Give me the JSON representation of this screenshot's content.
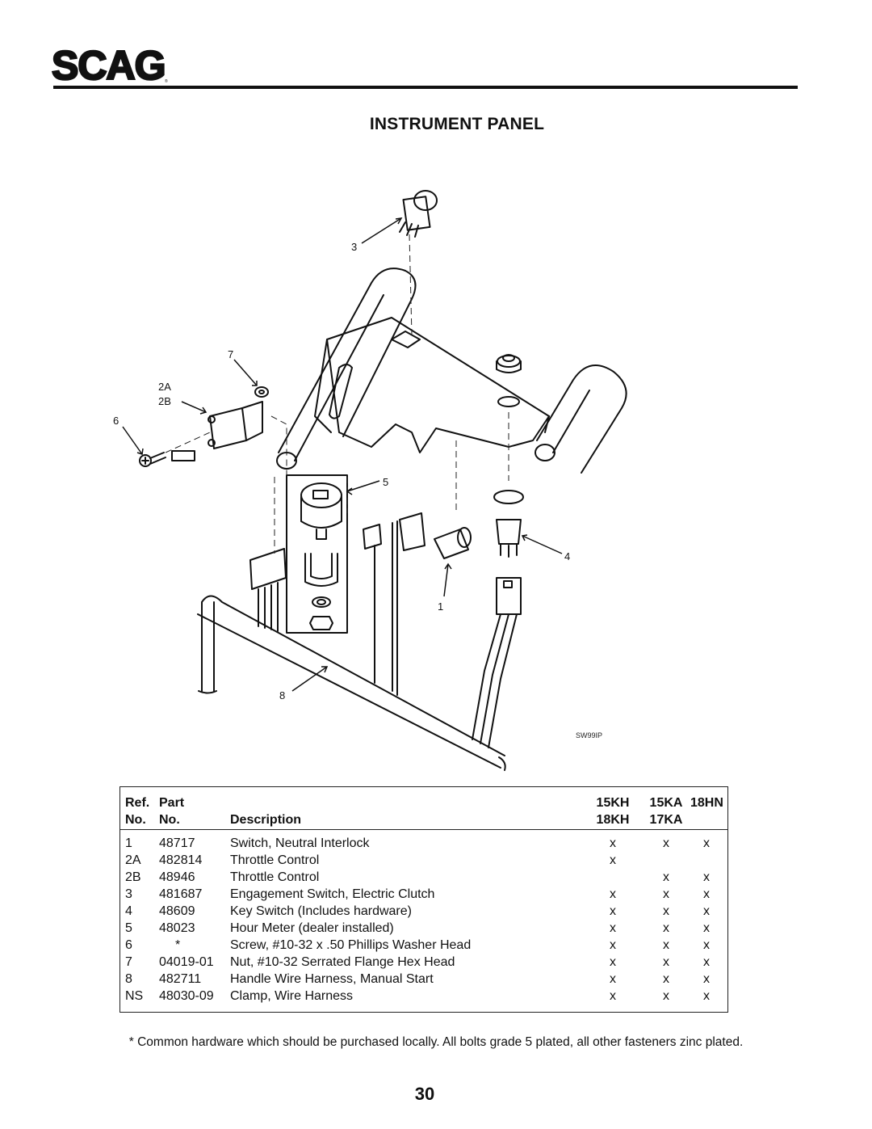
{
  "header": {
    "logo_text": "SCAG"
  },
  "title": "INSTRUMENT PANEL",
  "diagram": {
    "callouts": [
      "1",
      "2A",
      "2B",
      "3",
      "4",
      "5",
      "6",
      "7",
      "8"
    ],
    "figure_code": "SW99IP"
  },
  "table": {
    "headers": {
      "ref_line1": "Ref.",
      "ref_line2": "No.",
      "part_line1": "Part",
      "part_line2": "No.",
      "description": "Description",
      "col1_line1": "15KH",
      "col1_line2": "18KH",
      "col2_line1": "15KA",
      "col2_line2": "17KA",
      "col3_line1": "18HN"
    },
    "rows": [
      {
        "ref": "1",
        "part": "48717",
        "desc": "Switch, Neutral Interlock",
        "c1": "x",
        "c2": "x",
        "c3": "x"
      },
      {
        "ref": "2A",
        "part": "482814",
        "desc": "Throttle Control",
        "c1": "x",
        "c2": "",
        "c3": ""
      },
      {
        "ref": "2B",
        "part": "48946",
        "desc": "Throttle Control",
        "c1": "",
        "c2": "x",
        "c3": "x"
      },
      {
        "ref": "3",
        "part": "481687",
        "desc": "Engagement Switch, Electric Clutch",
        "c1": "x",
        "c2": "x",
        "c3": "x"
      },
      {
        "ref": "4",
        "part": "48609",
        "desc": "Key Switch (Includes hardware)",
        "c1": "x",
        "c2": "x",
        "c3": "x"
      },
      {
        "ref": "5",
        "part": "48023",
        "desc": "Hour Meter  (dealer installed)",
        "c1": "x",
        "c2": "x",
        "c3": "x"
      },
      {
        "ref": "6",
        "part": "*",
        "desc": "Screw, #10-32 x .50 Phillips Washer Head",
        "c1": "x",
        "c2": "x",
        "c3": "x"
      },
      {
        "ref": "7",
        "part": "04019-01",
        "desc": "Nut, #10-32 Serrated Flange Hex Head",
        "c1": "x",
        "c2": "x",
        "c3": "x"
      },
      {
        "ref": "8",
        "part": "482711",
        "desc": "Handle Wire Harness, Manual Start",
        "c1": "x",
        "c2": "x",
        "c3": "x"
      },
      {
        "ref": "NS",
        "part": "48030-09",
        "desc": "Clamp, Wire Harness",
        "c1": "x",
        "c2": "x",
        "c3": "x"
      }
    ]
  },
  "footnote": "* Common hardware which should be purchased locally.  All bolts grade 5 plated, all other fasteners zinc plated.",
  "page_number": "30"
}
